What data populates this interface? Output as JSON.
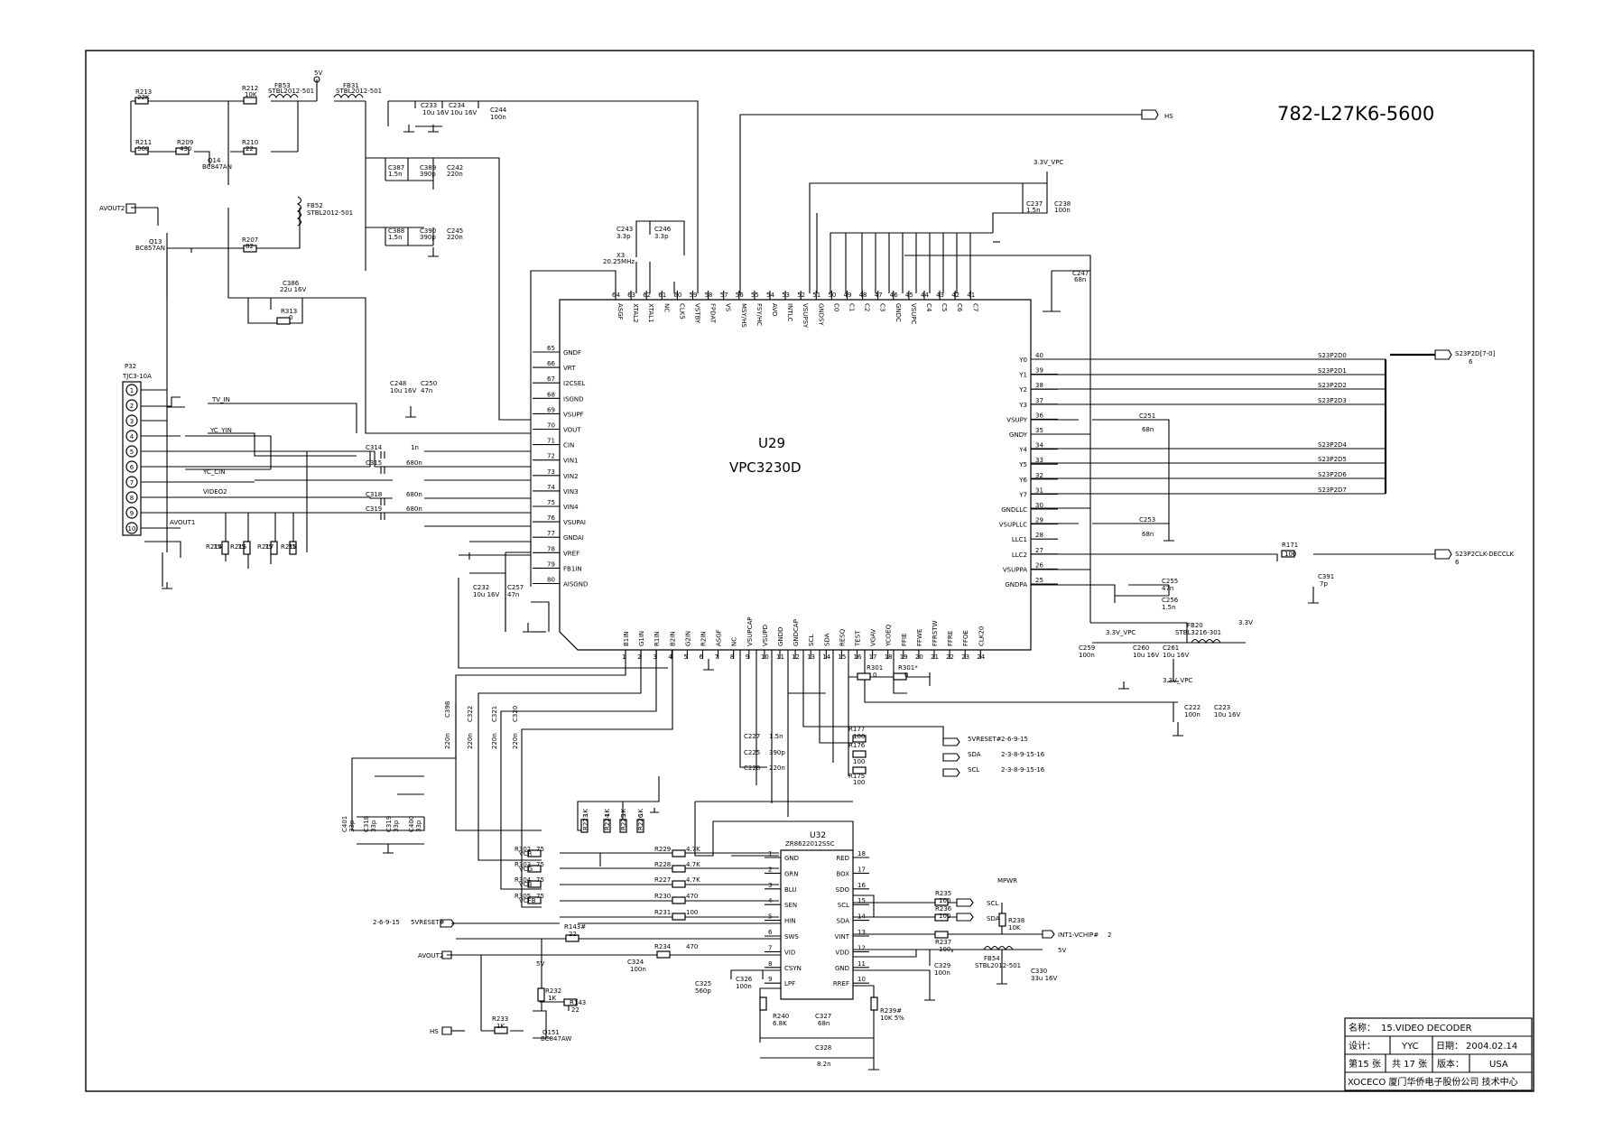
{
  "title": {
    "part_number": "782-L27K6-5600",
    "u29_ref": "U29",
    "u29_part": "VPC3230D",
    "u32_ref": "U32",
    "u32_part": "ZR8622012SSC",
    "p32_ref": "P32",
    "p32_part": "TJC3-10A"
  },
  "titleblock": {
    "name_label": "名称：",
    "name_value": "15.VIDEO DECODER",
    "design_label": "设计：",
    "design_value": "YYC",
    "date_label": "日期：",
    "date_value": "2004.02.14",
    "sheet_text": "第15 张",
    "total_text": "共 17 张",
    "version_label": "版本：",
    "version_value": "USA",
    "company": "XOCECO 厦门华侨电子股份公司 技术中心"
  },
  "u29": {
    "top_pins": [
      {
        "num": "64",
        "name": "ASGF"
      },
      {
        "num": "63",
        "name": "XTAL2"
      },
      {
        "num": "62",
        "name": "XTAL1"
      },
      {
        "num": "61",
        "name": "NC"
      },
      {
        "num": "60",
        "name": "CLK5"
      },
      {
        "num": "59",
        "name": "VSTBY"
      },
      {
        "num": "58",
        "name": "FPDAT"
      },
      {
        "num": "57",
        "name": "VS"
      },
      {
        "num": "56",
        "name": "MSY/HS"
      },
      {
        "num": "55",
        "name": "FSY/HC"
      },
      {
        "num": "54",
        "name": "AVO"
      },
      {
        "num": "53",
        "name": "INTLC"
      },
      {
        "num": "52",
        "name": "VSUPSY"
      },
      {
        "num": "51",
        "name": "GNDSY"
      },
      {
        "num": "50",
        "name": "C0"
      },
      {
        "num": "49",
        "name": "C1"
      },
      {
        "num": "48",
        "name": "C2"
      },
      {
        "num": "47",
        "name": "C3"
      },
      {
        "num": "46",
        "name": "GNDC"
      },
      {
        "num": "45",
        "name": "VSUPC"
      },
      {
        "num": "44",
        "name": "C4"
      },
      {
        "num": "43",
        "name": "C5"
      },
      {
        "num": "42",
        "name": "C6"
      },
      {
        "num": "41",
        "name": "C7"
      }
    ],
    "left_pins": [
      {
        "num": "65",
        "name": "GNDF"
      },
      {
        "num": "66",
        "name": "VRT"
      },
      {
        "num": "67",
        "name": "I2CSEL"
      },
      {
        "num": "68",
        "name": "ISGND"
      },
      {
        "num": "69",
        "name": "VSUPF"
      },
      {
        "num": "70",
        "name": "VOUT"
      },
      {
        "num": "71",
        "name": "CIN"
      },
      {
        "num": "72",
        "name": "VIN1"
      },
      {
        "num": "73",
        "name": "VIN2"
      },
      {
        "num": "74",
        "name": "VIN3"
      },
      {
        "num": "75",
        "name": "VIN4"
      },
      {
        "num": "76",
        "name": "VSUPAI"
      },
      {
        "num": "77",
        "name": "GNDAI"
      },
      {
        "num": "78",
        "name": "VREF"
      },
      {
        "num": "79",
        "name": "FB1IN"
      },
      {
        "num": "80",
        "name": "AISGND"
      }
    ],
    "right_pins": [
      {
        "num": "40",
        "name": "Y0"
      },
      {
        "num": "39",
        "name": "Y1"
      },
      {
        "num": "38",
        "name": "Y2"
      },
      {
        "num": "37",
        "name": "Y3"
      },
      {
        "num": "36",
        "name": "VSUPY"
      },
      {
        "num": "35",
        "name": "GNDY"
      },
      {
        "num": "34",
        "name": "Y4"
      },
      {
        "num": "33",
        "name": "Y5"
      },
      {
        "num": "32",
        "name": "Y6"
      },
      {
        "num": "31",
        "name": "Y7"
      },
      {
        "num": "30",
        "name": "GNDLLC"
      },
      {
        "num": "29",
        "name": "VSUPLLC"
      },
      {
        "num": "28",
        "name": "LLC1"
      },
      {
        "num": "27",
        "name": "LLC2"
      },
      {
        "num": "26",
        "name": "VSUPPA"
      },
      {
        "num": "25",
        "name": "GNDPA"
      }
    ],
    "bottom_pins": [
      {
        "num": "1",
        "name": "B1IN"
      },
      {
        "num": "2",
        "name": "G1IN"
      },
      {
        "num": "3",
        "name": "R1IN"
      },
      {
        "num": "4",
        "name": "B2IN"
      },
      {
        "num": "5",
        "name": "G2IN"
      },
      {
        "num": "6",
        "name": "R2IN"
      },
      {
        "num": "7",
        "name": "ASGF"
      },
      {
        "num": "8",
        "name": "NC"
      },
      {
        "num": "9",
        "name": "VSUPCAP"
      },
      {
        "num": "10",
        "name": "VSUPD"
      },
      {
        "num": "11",
        "name": "GNDD"
      },
      {
        "num": "12",
        "name": "GNDCAP"
      },
      {
        "num": "13",
        "name": "SCL"
      },
      {
        "num": "14",
        "name": "SDA"
      },
      {
        "num": "15",
        "name": "RESQ"
      },
      {
        "num": "16",
        "name": "TEST"
      },
      {
        "num": "17",
        "name": "VGAV"
      },
      {
        "num": "18",
        "name": "YCOEQ"
      },
      {
        "num": "19",
        "name": "FFIE"
      },
      {
        "num": "20",
        "name": "FFWE"
      },
      {
        "num": "21",
        "name": "FFRSTW"
      },
      {
        "num": "22",
        "name": "FFRE"
      },
      {
        "num": "23",
        "name": "FFOE"
      },
      {
        "num": "24",
        "name": "CLK20"
      }
    ]
  },
  "u32": {
    "left_pins": [
      {
        "num": "1",
        "name": "GND"
      },
      {
        "num": "2",
        "name": "GRN"
      },
      {
        "num": "3",
        "name": "BLU"
      },
      {
        "num": "4",
        "name": "SEN"
      },
      {
        "num": "5",
        "name": "HIN"
      },
      {
        "num": "6",
        "name": "SWS"
      },
      {
        "num": "7",
        "name": "VID"
      },
      {
        "num": "8",
        "name": "CSYN"
      },
      {
        "num": "9",
        "name": "LPF"
      }
    ],
    "right_pins": [
      {
        "num": "18",
        "name": "RED"
      },
      {
        "num": "17",
        "name": "BOX"
      },
      {
        "num": "16",
        "name": "SDO"
      },
      {
        "num": "15",
        "name": "SCL"
      },
      {
        "num": "14",
        "name": "SDA"
      },
      {
        "num": "13",
        "name": "VINT"
      },
      {
        "num": "12",
        "name": "VDD"
      },
      {
        "num": "11",
        "name": "GND"
      },
      {
        "num": "10",
        "name": "RREF"
      }
    ]
  },
  "p32_pins": [
    "1",
    "2",
    "3",
    "4",
    "5",
    "6",
    "7",
    "8",
    "9",
    "10"
  ],
  "nets": {
    "tv_in": "TV_IN",
    "yc_yin": "YC_YIN",
    "yc_cin": "YC_CIN",
    "video2": "VIDEO2",
    "avout1": "AVOUT1",
    "avout2": "AVOUT2",
    "hs": "HS",
    "v5": "5V",
    "v33": "3.3V",
    "v33_vpc": "3.3V_VPC",
    "s23p2d_bus": "S23P2D[7-0]",
    "s23p2d_bus_ref": "6",
    "s23p2clk": "S23P2CLK-DECCLK",
    "s23p2clk_ref": "6",
    "y_bits": [
      "S23P2D0",
      "S23P2D1",
      "S23P2D2",
      "S23P2D3",
      "S23P2D4",
      "S23P2D5",
      "S23P2D6",
      "S23P2D7"
    ],
    "reset": "5VRESET#",
    "reset_ref": "2-6-9-15",
    "sda": "SDA",
    "sda_ref": "2-3-8-9-15-16",
    "scl": "SCL",
    "scl_ref": "2-3-8-9-15-16",
    "int1": "INT1-VCHIP#",
    "int1_ref": "2",
    "mpwr": "MPWR",
    "vcr": "VCR",
    "vcg": "VCG",
    "vcb": "VCB",
    "vcfb": "VCFB"
  },
  "parts": {
    "R213": {
      "ref": "R213",
      "val": "22K"
    },
    "R211": {
      "ref": "R211",
      "val": "560"
    },
    "R209": {
      "ref": "R209",
      "val": "430"
    },
    "R212": {
      "ref": "R212",
      "val": "10K"
    },
    "R210": {
      "ref": "R210",
      "val": "22"
    },
    "R207": {
      "ref": "R207",
      "val": "82"
    },
    "R313": {
      "ref": "R313",
      "val": "0"
    },
    "FB53": {
      "ref": "FB53",
      "val": "STBL2012-501"
    },
    "FB31": {
      "ref": "FB31",
      "val": "STBL2012-501"
    },
    "FB52": {
      "ref": "FB52",
      "val": "STBL2012-501"
    },
    "Q14": {
      "ref": "Q14",
      "val": "BC847AN"
    },
    "Q13": {
      "ref": "Q13",
      "val": "BC857AN"
    },
    "C386": {
      "ref": "C386",
      "val": "22u 16V"
    },
    "C233": {
      "ref": "C233",
      "val": "10u 16V"
    },
    "C234": {
      "ref": "C234",
      "val": "10u 16V"
    },
    "C244": {
      "ref": "C244",
      "val": "100n"
    },
    "C387": {
      "ref": "C387",
      "val": "1.5n"
    },
    "C389": {
      "ref": "C389",
      "val": "390p"
    },
    "C242": {
      "ref": "C242",
      "val": "220n"
    },
    "C388": {
      "ref": "C388",
      "val": "1.5n"
    },
    "C390": {
      "ref": "C390",
      "val": "390p"
    },
    "C245": {
      "ref": "C245",
      "val": "220n"
    },
    "C243": {
      "ref": "C243",
      "val": "3.3p"
    },
    "C246": {
      "ref": "C246",
      "val": "3.3p"
    },
    "X3": {
      "ref": "X3",
      "val": "20.25MHz"
    },
    "C237": {
      "ref": "C237",
      "val": "1.5n"
    },
    "C238": {
      "ref": "C238",
      "val": "100n"
    },
    "C247": {
      "ref": "C247",
      "val": "68n"
    },
    "C248": {
      "ref": "C248",
      "val": "10u 16V"
    },
    "C250": {
      "ref": "C250",
      "val": "47n"
    },
    "C314": {
      "ref": "C314",
      "val": "1n"
    },
    "C315": {
      "ref": "C315",
      "val": "680n"
    },
    "C318": {
      "ref": "C318",
      "val": "680n"
    },
    "C319": {
      "ref": "C319",
      "val": "680n"
    },
    "R214": {
      "ref": "R214",
      "val": "75"
    },
    "R215": {
      "ref": "R215",
      "val": "75"
    },
    "R217": {
      "ref": "R217",
      "val": "75"
    },
    "R218": {
      "ref": "R218",
      "val": "75"
    },
    "C232": {
      "ref": "C232",
      "val": "10u 16V"
    },
    "C257": {
      "ref": "C257",
      "val": "47n"
    },
    "C251": {
      "ref": "C251",
      "val": "68n"
    },
    "C253": {
      "ref": "C253",
      "val": "68n"
    },
    "C255": {
      "ref": "C255",
      "val": "47n"
    },
    "C256": {
      "ref": "C256",
      "val": "1.5n"
    },
    "R171": {
      "ref": "R171",
      "val": "100"
    },
    "C391": {
      "ref": "C391",
      "val": "7p"
    },
    "C259": {
      "ref": "C259",
      "val": "100n"
    },
    "C260": {
      "ref": "C260",
      "val": "10u 16V"
    },
    "C261": {
      "ref": "C261",
      "val": "10u 16V"
    },
    "FB20": {
      "ref": "FB20",
      "val": "STBL3216-301"
    },
    "C222": {
      "ref": "C222",
      "val": "100n"
    },
    "C223": {
      "ref": "C223",
      "val": "10u 16V"
    },
    "R301": {
      "ref": "R301",
      "val": "0"
    },
    "R301s": {
      "ref": "R301*",
      "val": "0"
    },
    "C227": {
      "ref": "C227",
      "val": "1.5n"
    },
    "C225": {
      "ref": "C225",
      "val": "390p"
    },
    "C228": {
      "ref": "C228",
      "val": "220n"
    },
    "R177": {
      "ref": "R177",
      "val": "100"
    },
    "R176": {
      "ref": "R176",
      "val": "100"
    },
    "R175": {
      "ref": "R175",
      "val": "100"
    },
    "C398": {
      "ref": "C398",
      "val": "220n"
    },
    "C322": {
      "ref": "C322",
      "val": "220n"
    },
    "C321": {
      "ref": "C321",
      "val": "220n"
    },
    "C320": {
      "ref": "C320",
      "val": "220n"
    },
    "C401": {
      "ref": "C401",
      "val": "33p"
    },
    "C318b": {
      "ref": "C318",
      "val": "33p"
    },
    "C319b": {
      "ref": "C319",
      "val": "33p"
    },
    "C400": {
      "ref": "C400",
      "val": "33p"
    },
    "R223": {
      "ref": "R223",
      "val": "1K"
    },
    "R224": {
      "ref": "R224",
      "val": "1K"
    },
    "R225": {
      "ref": "R225",
      "val": "1K"
    },
    "R226": {
      "ref": "R226",
      "val": "1K"
    },
    "R302": {
      "ref": "R302",
      "val": "75"
    },
    "R303": {
      "ref": "R303",
      "val": "75"
    },
    "R304": {
      "ref": "R304",
      "val": "75"
    },
    "R305": {
      "ref": "R305",
      "val": "75"
    },
    "R229": {
      "ref": "R229",
      "val": "4.7K"
    },
    "R228": {
      "ref": "R228",
      "val": "4.7K"
    },
    "R227": {
      "ref": "R227",
      "val": "4.7K"
    },
    "R230": {
      "ref": "R230",
      "val": "470"
    },
    "R231": {
      "ref": "R231",
      "val": "100"
    },
    "R143s": {
      "ref": "R143#",
      "val": "22"
    },
    "R234": {
      "ref": "R234",
      "val": "470"
    },
    "C324": {
      "ref": "C324",
      "val": "100n"
    },
    "R232": {
      "ref": "R232",
      "val": "1K"
    },
    "R143": {
      "ref": "R143",
      "val": "22"
    },
    "R233": {
      "ref": "R233",
      "val": "1K"
    },
    "Q151": {
      "ref": "Q151",
      "val": "BC847AW"
    },
    "C325": {
      "ref": "C325",
      "val": "560p"
    },
    "C326": {
      "ref": "C326",
      "val": "100n"
    },
    "R240": {
      "ref": "R240",
      "val": "6.8K"
    },
    "C327": {
      "ref": "C327",
      "val": "68n"
    },
    "C328": {
      "ref": "C328",
      "val": "8.2n"
    },
    "R239": {
      "ref": "R239#",
      "val": "10K 5%"
    },
    "R235": {
      "ref": "R235",
      "val": "100"
    },
    "R236": {
      "ref": "R236",
      "val": "100"
    },
    "R237": {
      "ref": "R237",
      "val": "100"
    },
    "R238": {
      "ref": "R238",
      "val": "10K"
    },
    "C329": {
      "ref": "C329",
      "val": "100n"
    },
    "FB54": {
      "ref": "FB54",
      "val": "STBL2012-501"
    },
    "C330": {
      "ref": "C330",
      "val": "33u 16V"
    }
  }
}
